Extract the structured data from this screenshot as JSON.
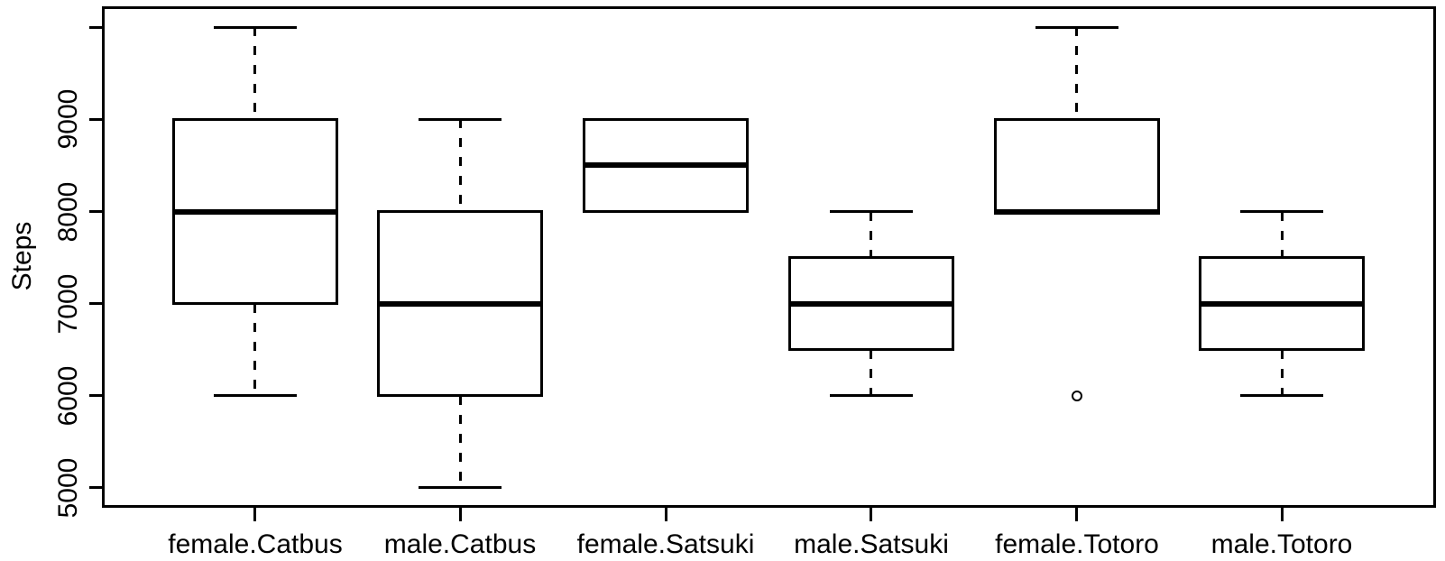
{
  "figure": {
    "background_color": "#ffffff",
    "line_color": "#000000"
  },
  "chart_data": {
    "type": "boxplot",
    "title": "",
    "xlabel": "",
    "ylabel": "Steps",
    "grid": false,
    "legend": null,
    "categories": [
      "female.Catbus",
      "male.Catbus",
      "female.Satsuki",
      "male.Satsuki",
      "female.Totoro",
      "male.Totoro"
    ],
    "series": [
      {
        "category": "female.Catbus",
        "whisker_low": 6000,
        "q1": 7000,
        "median": 8000,
        "q3": 9000,
        "whisker_high": 10000,
        "outliers": []
      },
      {
        "category": "male.Catbus",
        "whisker_low": 5000,
        "q1": 6000,
        "median": 7000,
        "q3": 8000,
        "whisker_high": 9000,
        "outliers": []
      },
      {
        "category": "female.Satsuki",
        "whisker_low": 8000,
        "q1": 8000,
        "median": 8500,
        "q3": 9000,
        "whisker_high": 9000,
        "outliers": []
      },
      {
        "category": "male.Satsuki",
        "whisker_low": 6000,
        "q1": 6500,
        "median": 7000,
        "q3": 7500,
        "whisker_high": 8000,
        "outliers": []
      },
      {
        "category": "female.Totoro",
        "whisker_low": 8000,
        "q1": 8000,
        "median": 8000,
        "q3": 9000,
        "whisker_high": 10000,
        "outliers": [
          6000
        ]
      },
      {
        "category": "male.Totoro",
        "whisker_low": 6000,
        "q1": 6500,
        "median": 7000,
        "q3": 7500,
        "whisker_high": 8000,
        "outliers": []
      }
    ],
    "y_axis": {
      "labeled_ticks": [
        5000,
        6000,
        7000,
        8000,
        9000
      ],
      "unlabeled_ticks": [
        10000
      ],
      "ylim": [
        4800,
        10220
      ]
    }
  }
}
